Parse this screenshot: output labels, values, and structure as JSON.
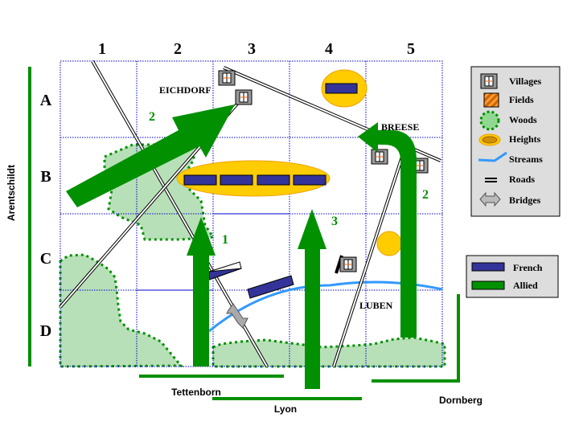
{
  "map": {
    "columns": [
      "1",
      "2",
      "3",
      "4",
      "5"
    ],
    "rows": [
      "A",
      "B",
      "C",
      "D"
    ],
    "towns": {
      "eichdorf": "EICHDORF",
      "breese": "BREESE",
      "luben": "LUBEN"
    },
    "unit_numbers": {
      "allied_2_left": "2",
      "allied_1": "1",
      "allied_3": "3",
      "allied_2_right": "2"
    },
    "commanders": {
      "left": "Arentschildt",
      "tettenborn": "Tettenborn",
      "lyon": "Lyon",
      "dornberg": "Dornberg"
    }
  },
  "terrain_legend": {
    "items": [
      {
        "icon": "village-icon",
        "label": "Villages"
      },
      {
        "icon": "field-icon",
        "label": "Fields"
      },
      {
        "icon": "woods-icon",
        "label": "Woods"
      },
      {
        "icon": "heights-icon",
        "label": "Heights"
      },
      {
        "icon": "stream-icon",
        "label": "Streams"
      },
      {
        "icon": "road-icon",
        "label": "Roads"
      },
      {
        "icon": "bridge-icon",
        "label": "Bridges"
      }
    ]
  },
  "forces_legend": {
    "items": [
      {
        "label": "French",
        "color": "#333399"
      },
      {
        "label": "Allied",
        "color": "#009000"
      }
    ]
  },
  "colors": {
    "french": "#333399",
    "allied": "#009000",
    "woods_fill": "#b8e0b8",
    "heights": "#ffcc00",
    "stream": "#3399ff",
    "grid": "#0000cc"
  }
}
